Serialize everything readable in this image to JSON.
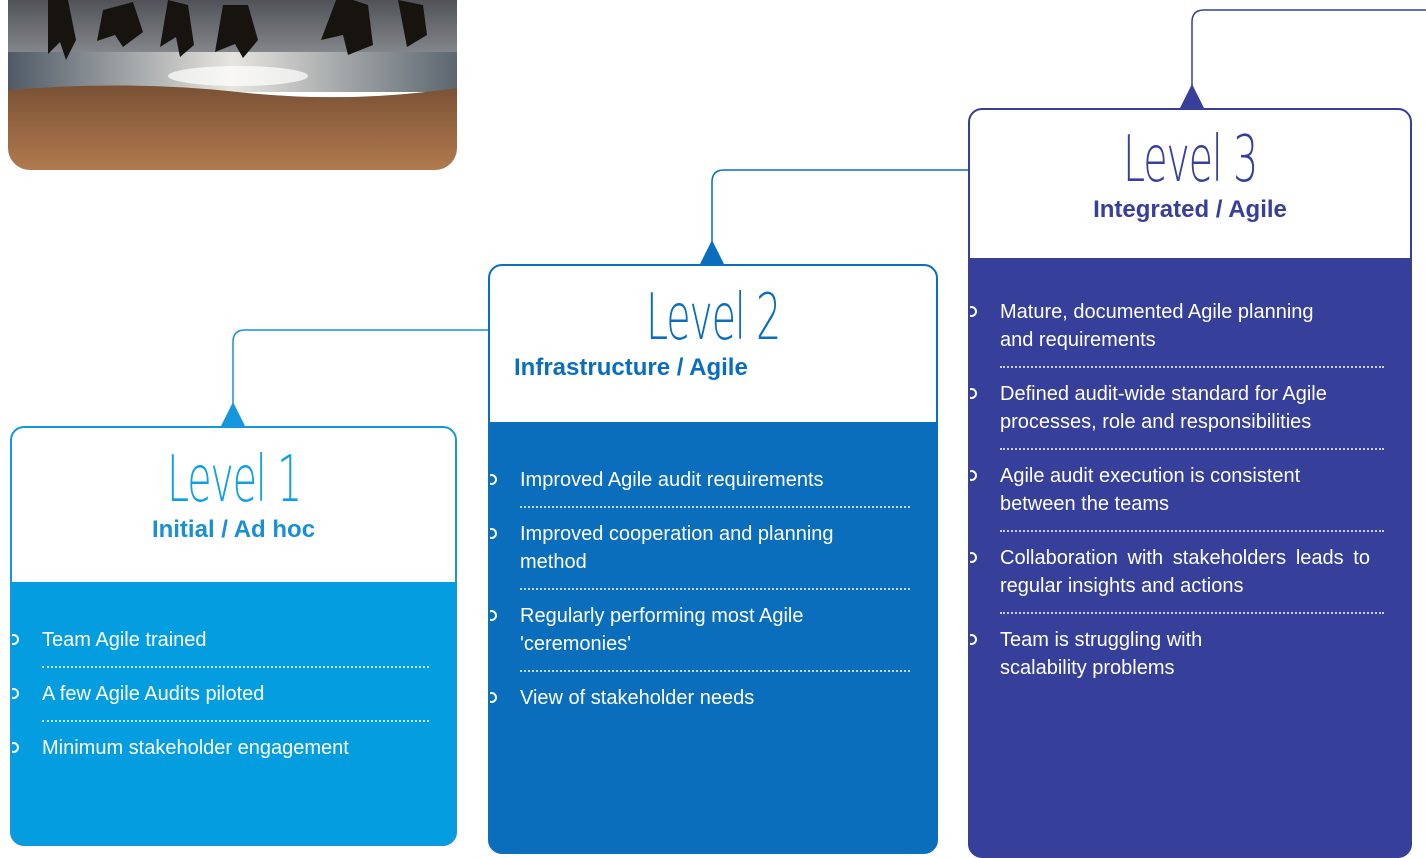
{
  "levels": [
    {
      "title": "Level 1",
      "subtitle": "Initial / Ad hoc",
      "items": [
        "Team Agile trained",
        "A few Agile Audits piloted",
        "Minimum stakeholder engagement"
      ]
    },
    {
      "title": "Level 2",
      "subtitle": "Infrastructure / Agile",
      "items": [
        "Improved Agile audit requirements",
        "Improved cooperation and planning method",
        "Regularly performing most Agile 'ceremonies'",
        "View of stakeholder needs"
      ]
    },
    {
      "title": "Level 3",
      "subtitle": "Integrated / Agile",
      "items": [
        "Mature, documented Agile planning and requirements",
        "Defined audit-wide standard for Agile processes, role and responsibilities",
        "Agile audit execution is consistent between the teams",
        "Collaboration with stakeholders leads to regular insights and actions",
        "Team is struggling with scalability problems"
      ]
    }
  ],
  "colors": {
    "level1": "#049ee0",
    "level2": "#0a6ebd",
    "level3": "#36409a"
  }
}
